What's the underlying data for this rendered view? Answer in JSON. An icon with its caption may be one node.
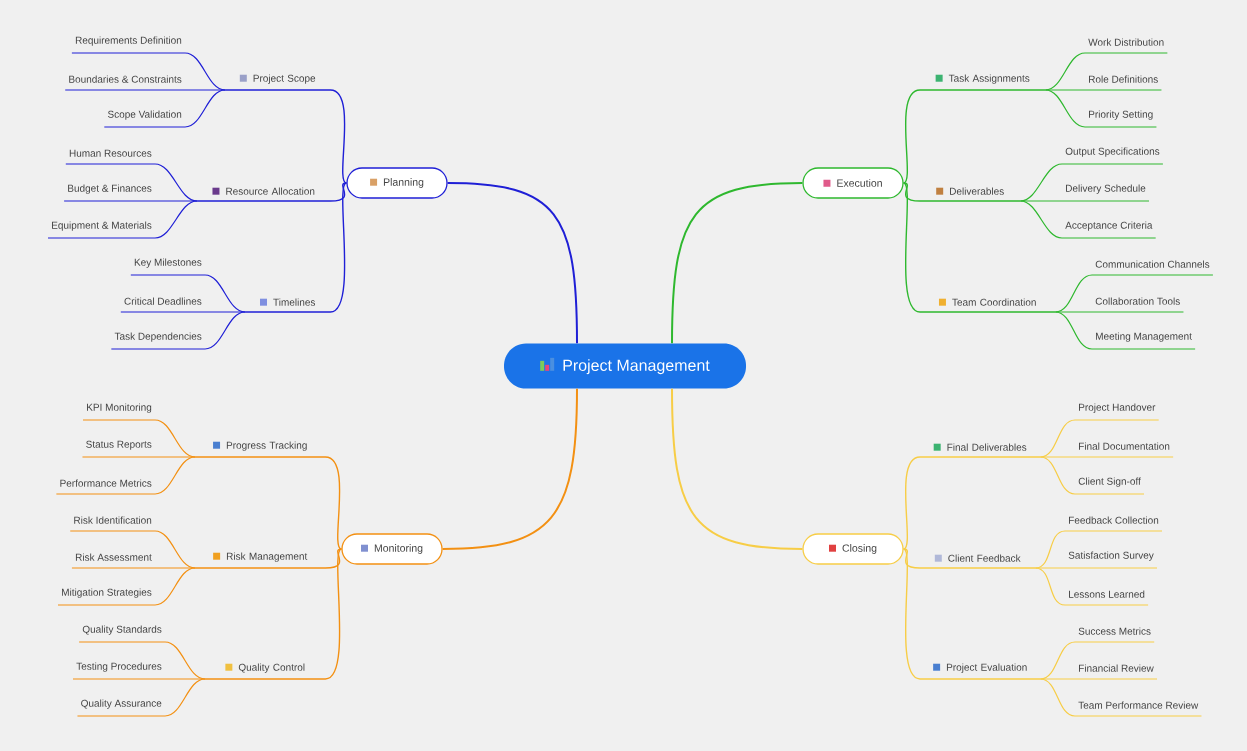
{
  "diagram": {
    "nodes": [
      {
        "text": [
          "Project Management"
        ]
      },
      {
        "text": [
          "Planning"
        ]
      },
      {
        "text": [
          "Project Scope"
        ]
      },
      {
        "text": [
          "Requirements Definition"
        ]
      },
      {
        "text": [
          "Boundaries & Constraints"
        ]
      },
      {
        "text": [
          "Scope Validation"
        ]
      },
      {
        "text": [
          "Resource Allocation"
        ]
      },
      {
        "text": [
          "Human Resources"
        ]
      },
      {
        "text": [
          "Budget & Finances"
        ]
      },
      {
        "text": [
          "Equipment & Materials"
        ]
      },
      {
        "text": [
          "Timelines"
        ]
      },
      {
        "text": [
          "Key Milestones"
        ]
      },
      {
        "text": [
          "Critical Deadlines"
        ]
      },
      {
        "text": [
          "Task Dependencies"
        ]
      },
      {
        "text": [
          "Execution"
        ]
      },
      {
        "text": [
          "Task Assignments"
        ]
      },
      {
        "text": [
          "Work Distribution"
        ]
      },
      {
        "text": [
          "Role Definitions"
        ]
      },
      {
        "text": [
          "Priority Setting"
        ]
      },
      {
        "text": [
          "Deliverables"
        ]
      },
      {
        "text": [
          "Output Specifications"
        ]
      },
      {
        "text": [
          "Delivery Schedule"
        ]
      },
      {
        "text": [
          "Acceptance Criteria"
        ]
      },
      {
        "text": [
          "Team Coordination"
        ]
      },
      {
        "text": [
          "Communication Channels"
        ]
      },
      {
        "text": [
          "Collaboration Tools"
        ]
      },
      {
        "text": [
          "Meeting Management"
        ]
      },
      {
        "text": [
          "Monitoring"
        ]
      },
      {
        "text": [
          "Progress Tracking"
        ]
      },
      {
        "text": [
          "KPI Monitoring"
        ]
      },
      {
        "text": [
          "Status Reports"
        ]
      },
      {
        "text": [
          "Performance Metrics"
        ]
      },
      {
        "text": [
          "Risk Management"
        ]
      },
      {
        "text": [
          "Risk Identification"
        ]
      },
      {
        "text": [
          "Risk Assessment"
        ]
      },
      {
        "text": [
          "Mitigation Strategies"
        ]
      },
      {
        "text": [
          "Quality Control"
        ]
      },
      {
        "text": [
          "Quality Standards"
        ]
      },
      {
        "text": [
          "Testing Procedures"
        ]
      },
      {
        "text": [
          "Quality Assurance"
        ]
      },
      {
        "text": [
          "Closing"
        ]
      },
      {
        "text": [
          "Final Deliverables"
        ]
      },
      {
        "text": [
          "Project Handover"
        ]
      },
      {
        "text": [
          "Final Documentation"
        ]
      },
      {
        "text": [
          "Client Sign-off"
        ]
      },
      {
        "text": [
          "Client Feedback"
        ]
      },
      {
        "text": [
          "Feedback Collection"
        ]
      },
      {
        "text": [
          "Satisfaction Survey"
        ]
      },
      {
        "text": [
          "Lessons Learned"
        ]
      },
      {
        "text": [
          "Project Evaluation"
        ]
      },
      {
        "text": [
          "Success Metrics"
        ]
      },
      {
        "text": [
          "Financial Review"
        ]
      },
      {
        "text": [
          "Team Performance Review"
        ]
      }
    ],
    "edges": [
      {
        "from": 0,
        "to": 1,
        "arrow": "none",
        "color": "#1f1fd6"
      },
      {
        "from": 1,
        "to": 2,
        "arrow": "none",
        "color": "#1f1fd6"
      },
      {
        "from": 2,
        "to": 3,
        "arrow": "none",
        "color": "#1f1fd6"
      },
      {
        "from": 2,
        "to": 4,
        "arrow": "none",
        "color": "#1f1fd6"
      },
      {
        "from": 2,
        "to": 5,
        "arrow": "none",
        "color": "#1f1fd6"
      },
      {
        "from": 1,
        "to": 6,
        "arrow": "none",
        "color": "#1f1fd6"
      },
      {
        "from": 6,
        "to": 7,
        "arrow": "none",
        "color": "#1f1fd6"
      },
      {
        "from": 6,
        "to": 8,
        "arrow": "none",
        "color": "#1f1fd6"
      },
      {
        "from": 6,
        "to": 9,
        "arrow": "none",
        "color": "#1f1fd6"
      },
      {
        "from": 1,
        "to": 10,
        "arrow": "none",
        "color": "#1f1fd6"
      },
      {
        "from": 10,
        "to": 11,
        "arrow": "none",
        "color": "#1f1fd6"
      },
      {
        "from": 10,
        "to": 12,
        "arrow": "none",
        "color": "#1f1fd6"
      },
      {
        "from": 10,
        "to": 13,
        "arrow": "none",
        "color": "#1f1fd6"
      },
      {
        "from": 0,
        "to": 14,
        "arrow": "none",
        "color": "#2eb82e"
      },
      {
        "from": 14,
        "to": 15,
        "arrow": "none",
        "color": "#2eb82e"
      },
      {
        "from": 15,
        "to": 16,
        "arrow": "none",
        "color": "#2eb82e"
      },
      {
        "from": 15,
        "to": 17,
        "arrow": "none",
        "color": "#2eb82e"
      },
      {
        "from": 15,
        "to": 18,
        "arrow": "none",
        "color": "#2eb82e"
      },
      {
        "from": 14,
        "to": 19,
        "arrow": "none",
        "color": "#2eb82e"
      },
      {
        "from": 19,
        "to": 20,
        "arrow": "none",
        "color": "#2eb82e"
      },
      {
        "from": 19,
        "to": 21,
        "arrow": "none",
        "color": "#2eb82e"
      },
      {
        "from": 19,
        "to": 22,
        "arrow": "none",
        "color": "#2eb82e"
      },
      {
        "from": 14,
        "to": 23,
        "arrow": "none",
        "color": "#2eb82e"
      },
      {
        "from": 23,
        "to": 24,
        "arrow": "none",
        "color": "#2eb82e"
      },
      {
        "from": 23,
        "to": 25,
        "arrow": "none",
        "color": "#2eb82e"
      },
      {
        "from": 23,
        "to": 26,
        "arrow": "none",
        "color": "#2eb82e"
      },
      {
        "from": 0,
        "to": 27,
        "arrow": "none",
        "color": "#f39012"
      },
      {
        "from": 27,
        "to": 28,
        "arrow": "none",
        "color": "#f39012"
      },
      {
        "from": 28,
        "to": 29,
        "arrow": "none",
        "color": "#f39012"
      },
      {
        "from": 28,
        "to": 30,
        "arrow": "none",
        "color": "#f39012"
      },
      {
        "from": 28,
        "to": 31,
        "arrow": "none",
        "color": "#f39012"
      },
      {
        "from": 27,
        "to": 32,
        "arrow": "none",
        "color": "#f39012"
      },
      {
        "from": 32,
        "to": 33,
        "arrow": "none",
        "color": "#f39012"
      },
      {
        "from": 32,
        "to": 34,
        "arrow": "none",
        "color": "#f39012"
      },
      {
        "from": 32,
        "to": 35,
        "arrow": "none",
        "color": "#f39012"
      },
      {
        "from": 27,
        "to": 36,
        "arrow": "none",
        "color": "#f39012"
      },
      {
        "from": 36,
        "to": 37,
        "arrow": "none",
        "color": "#f39012"
      },
      {
        "from": 36,
        "to": 38,
        "arrow": "none",
        "color": "#f39012"
      },
      {
        "from": 36,
        "to": 39,
        "arrow": "none",
        "color": "#f39012"
      },
      {
        "from": 0,
        "to": 40,
        "arrow": "none",
        "color": "#f7cd46"
      },
      {
        "from": 40,
        "to": 41,
        "arrow": "none",
        "color": "#f7cd46"
      },
      {
        "from": 41,
        "to": 42,
        "arrow": "none",
        "color": "#f7cd46"
      },
      {
        "from": 41,
        "to": 43,
        "arrow": "none",
        "color": "#f7cd46"
      },
      {
        "from": 41,
        "to": 44,
        "arrow": "none",
        "color": "#f7cd46"
      },
      {
        "from": 40,
        "to": 45,
        "arrow": "none",
        "color": "#f7cd46"
      },
      {
        "from": 45,
        "to": 46,
        "arrow": "none",
        "color": "#f7cd46"
      },
      {
        "from": 45,
        "to": 47,
        "arrow": "none",
        "color": "#f7cd46"
      },
      {
        "from": 45,
        "to": 48,
        "arrow": "none",
        "color": "#f7cd46"
      },
      {
        "from": 40,
        "to": 49,
        "arrow": "none",
        "color": "#f7cd46"
      },
      {
        "from": 49,
        "to": 50,
        "arrow": "none",
        "color": "#f7cd46"
      },
      {
        "from": 49,
        "to": 51,
        "arrow": "none",
        "color": "#f7cd46"
      },
      {
        "from": 49,
        "to": 52,
        "arrow": "none",
        "color": "#f7cd46"
      }
    ]
  }
}
